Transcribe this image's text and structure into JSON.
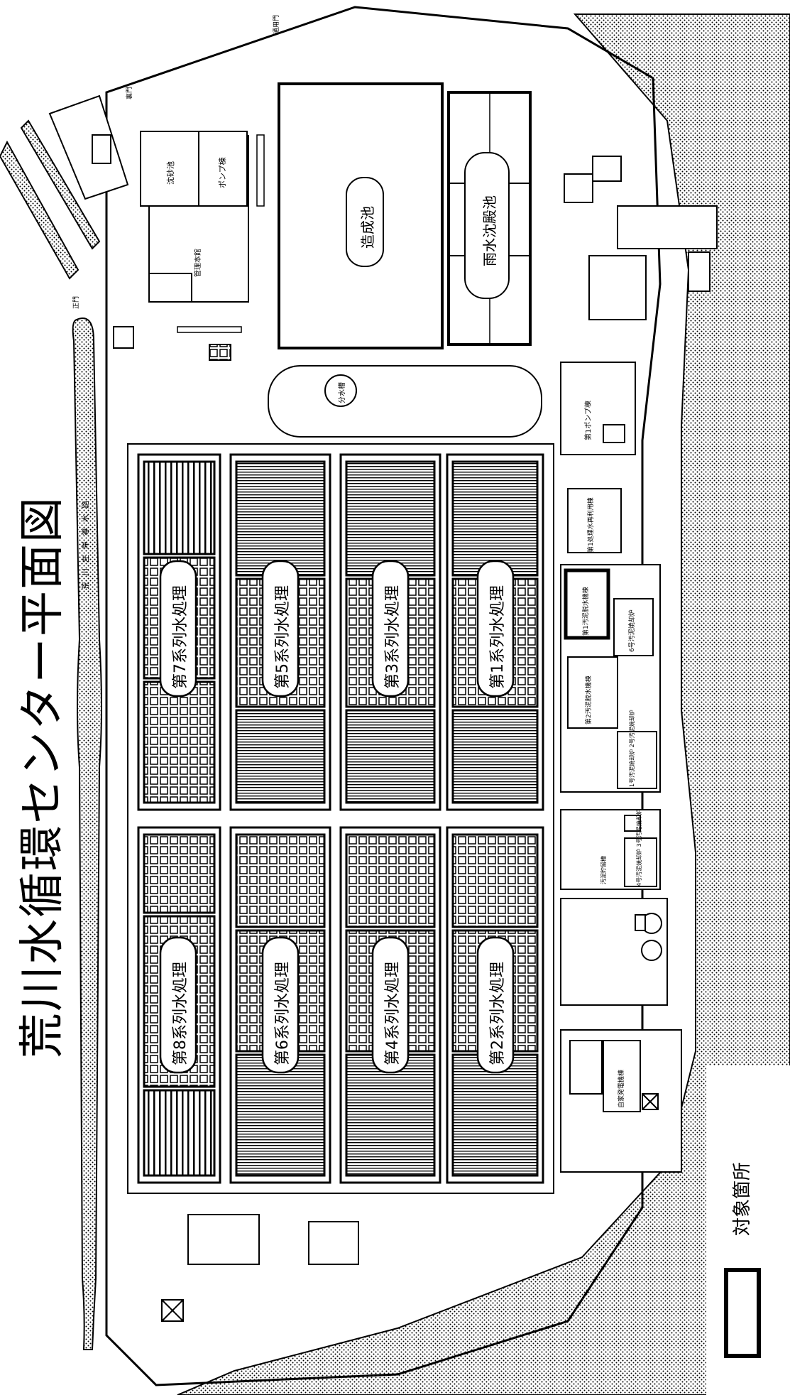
{
  "title": "荒川水循環センター平面図",
  "legend": {
    "label": "対象箇所"
  },
  "colors": {
    "ink": "#000000",
    "river": "#cfcfcf",
    "paper": "#ffffff"
  },
  "trains": [
    {
      "id": "7",
      "label": "第7系列水処理"
    },
    {
      "id": "8",
      "label": "第8系列水処理"
    },
    {
      "id": "5",
      "label": "第5系列水処理"
    },
    {
      "id": "6",
      "label": "第6系列水処理"
    },
    {
      "id": "3",
      "label": "第3系列水処理"
    },
    {
      "id": "4",
      "label": "第4系列水処理"
    },
    {
      "id": "1",
      "label": "第1系列水処理"
    },
    {
      "id": "2",
      "label": "第2系列水処理"
    }
  ],
  "facilities": {
    "settling_pond": "造成池",
    "rain_basin": "雨水沈殿池",
    "distribution_tank": "分水槽",
    "canal": "荒川左岸導水路",
    "gate_1": "正門",
    "gate_2": "通用門",
    "gate_3": "裏門",
    "pump_room": "ポンプ棟",
    "grit_chamber": "沈砂池",
    "admin": "管理本館",
    "pump_station": "第1ポンプ棟",
    "reuse": "第1処理水再利用棟",
    "dewatering_1": "第1汚泥脱水機棟",
    "dewatering_2": "第2汚泥脱水機棟",
    "incinerator_6": "6号汚泥焼却炉",
    "incinerator_12": "1号汚泥焼却炉 2号汚泥焼却炉",
    "incinerator_34": "4号汚泥焼却炉 3号汚泥焼却炉",
    "sludge_tank": "汚泥貯留槽",
    "power": "自家発電機棟"
  }
}
